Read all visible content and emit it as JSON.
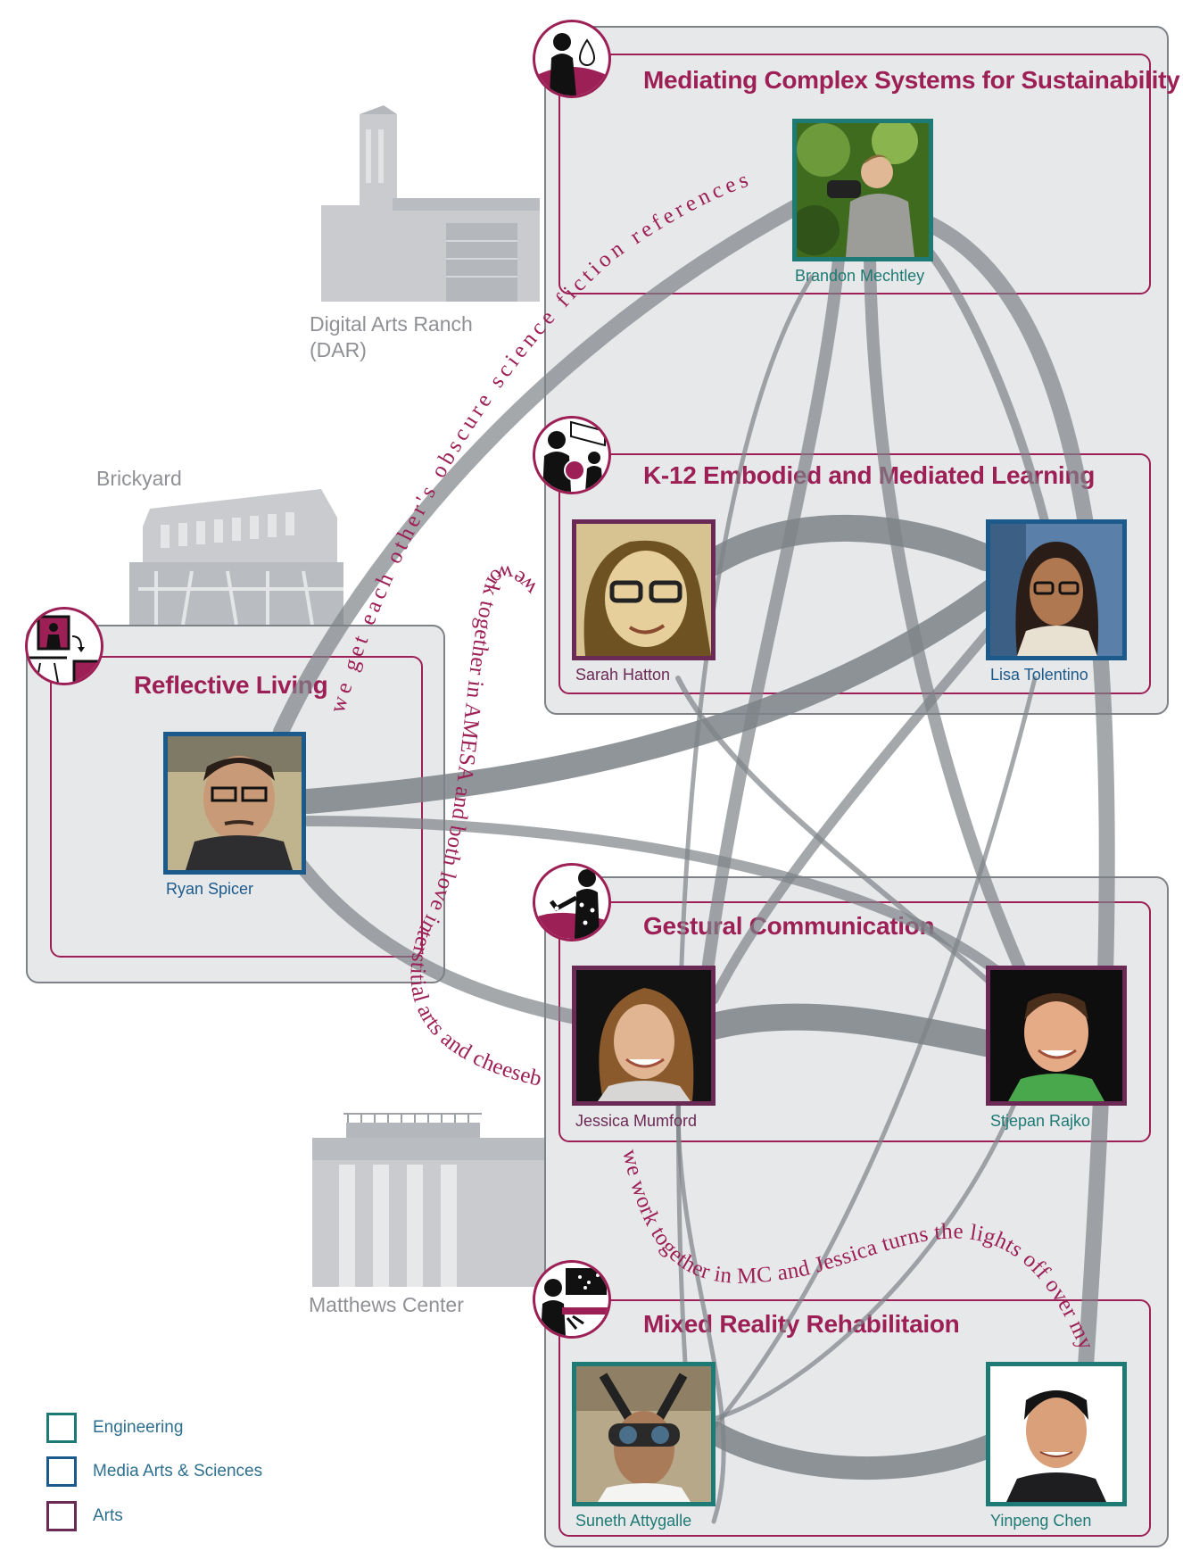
{
  "groups": {
    "sustainability": {
      "title": "Mediating Complex Systems for Sustainability"
    },
    "k12": {
      "title": "K-12 Embodied and Mediated Learning"
    },
    "reflective": {
      "title": "Reflective Living"
    },
    "gestural": {
      "title": "Gestural Communication"
    },
    "rehab": {
      "title": "Mixed Reality Rehabilitaion"
    }
  },
  "people": {
    "brandon": {
      "name": "Brandon Mechtley",
      "discipline": "engineering"
    },
    "sarah": {
      "name": "Sarah Hatton",
      "discipline": "arts"
    },
    "lisa": {
      "name": "Lisa Tolentino",
      "discipline": "media"
    },
    "ryan": {
      "name": "Ryan Spicer",
      "discipline": "media"
    },
    "jessica": {
      "name": "Jessica Mumford",
      "discipline": "arts"
    },
    "stjepan": {
      "name": "Stjepan Rajko",
      "discipline": "engineering"
    },
    "suneth": {
      "name": "Suneth Attygalle",
      "discipline": "engineering"
    },
    "yinpeng": {
      "name": "Yinpeng Chen",
      "discipline": "engineering"
    }
  },
  "buildings": {
    "dar_line1": "Digital Arts Ranch",
    "dar_line2": "(DAR)",
    "brickyard": "Brickyard",
    "matthews": "Matthews Center"
  },
  "annotations": {
    "scifi": "we get each other's obscure science fiction references",
    "amesa": "we work together in AMESA and both love interstitial arts and cheeseburgers",
    "lights": "we work together in MC and Jessica turns the lights off over my head"
  },
  "legend": [
    {
      "label": "Engineering",
      "color": "#1e7a74"
    },
    {
      "label": "Media Arts & Sciences",
      "color": "#1c5a8c"
    },
    {
      "label": "Arts",
      "color": "#6b2a55"
    }
  ],
  "colors": {
    "engineering": "#1e7a74",
    "media": "#1c5a8c",
    "arts": "#6b2a55",
    "accent": "#9c1f55",
    "link": "#7d8388"
  }
}
